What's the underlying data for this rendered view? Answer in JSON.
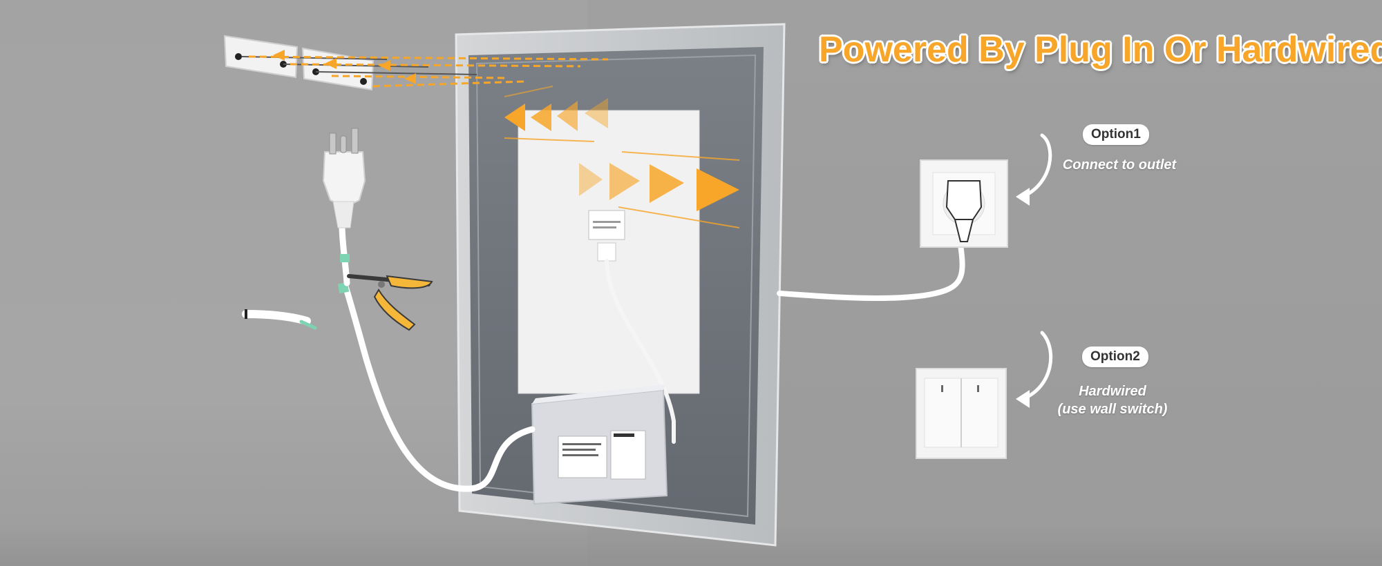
{
  "headline": "Powered By Plug In Or Hardwired",
  "options": [
    {
      "tag": "Option1",
      "caption_lines": [
        "Connect to outlet"
      ],
      "device_icon": "wall-outlet-icon"
    },
    {
      "tag": "Option2",
      "caption_lines": [
        "Hardwired",
        "(use wall switch)"
      ],
      "device_icon": "wall-switch-icon"
    }
  ],
  "colors": {
    "accent": "#f7a629",
    "mirror_frame": "#c9cbcd",
    "backplate": "#6d7278",
    "cable": "#ffffff"
  },
  "icons": [
    "mounting-bracket-icon",
    "us-plug-icon",
    "wire-stripper-icon",
    "power-box-icon",
    "arrow-icon"
  ]
}
